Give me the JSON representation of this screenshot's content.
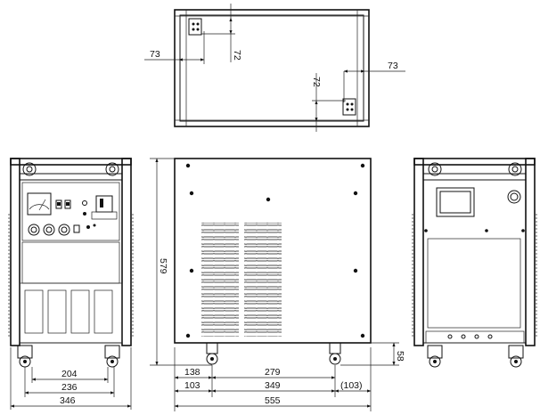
{
  "top_view": {
    "dim_left_offset": "73",
    "dim_left_depth": "72",
    "dim_right_depth": "72",
    "dim_right_offset": "73"
  },
  "front_view": {
    "dim_204": "204",
    "dim_236": "236",
    "dim_346": "346"
  },
  "side_view": {
    "dim_height": "579",
    "dim_138": "138",
    "dim_279": "279",
    "dim_103": "103",
    "dim_349": "349",
    "dim_103_ref": "(103)",
    "dim_555": "555",
    "dim_58": "58"
  }
}
